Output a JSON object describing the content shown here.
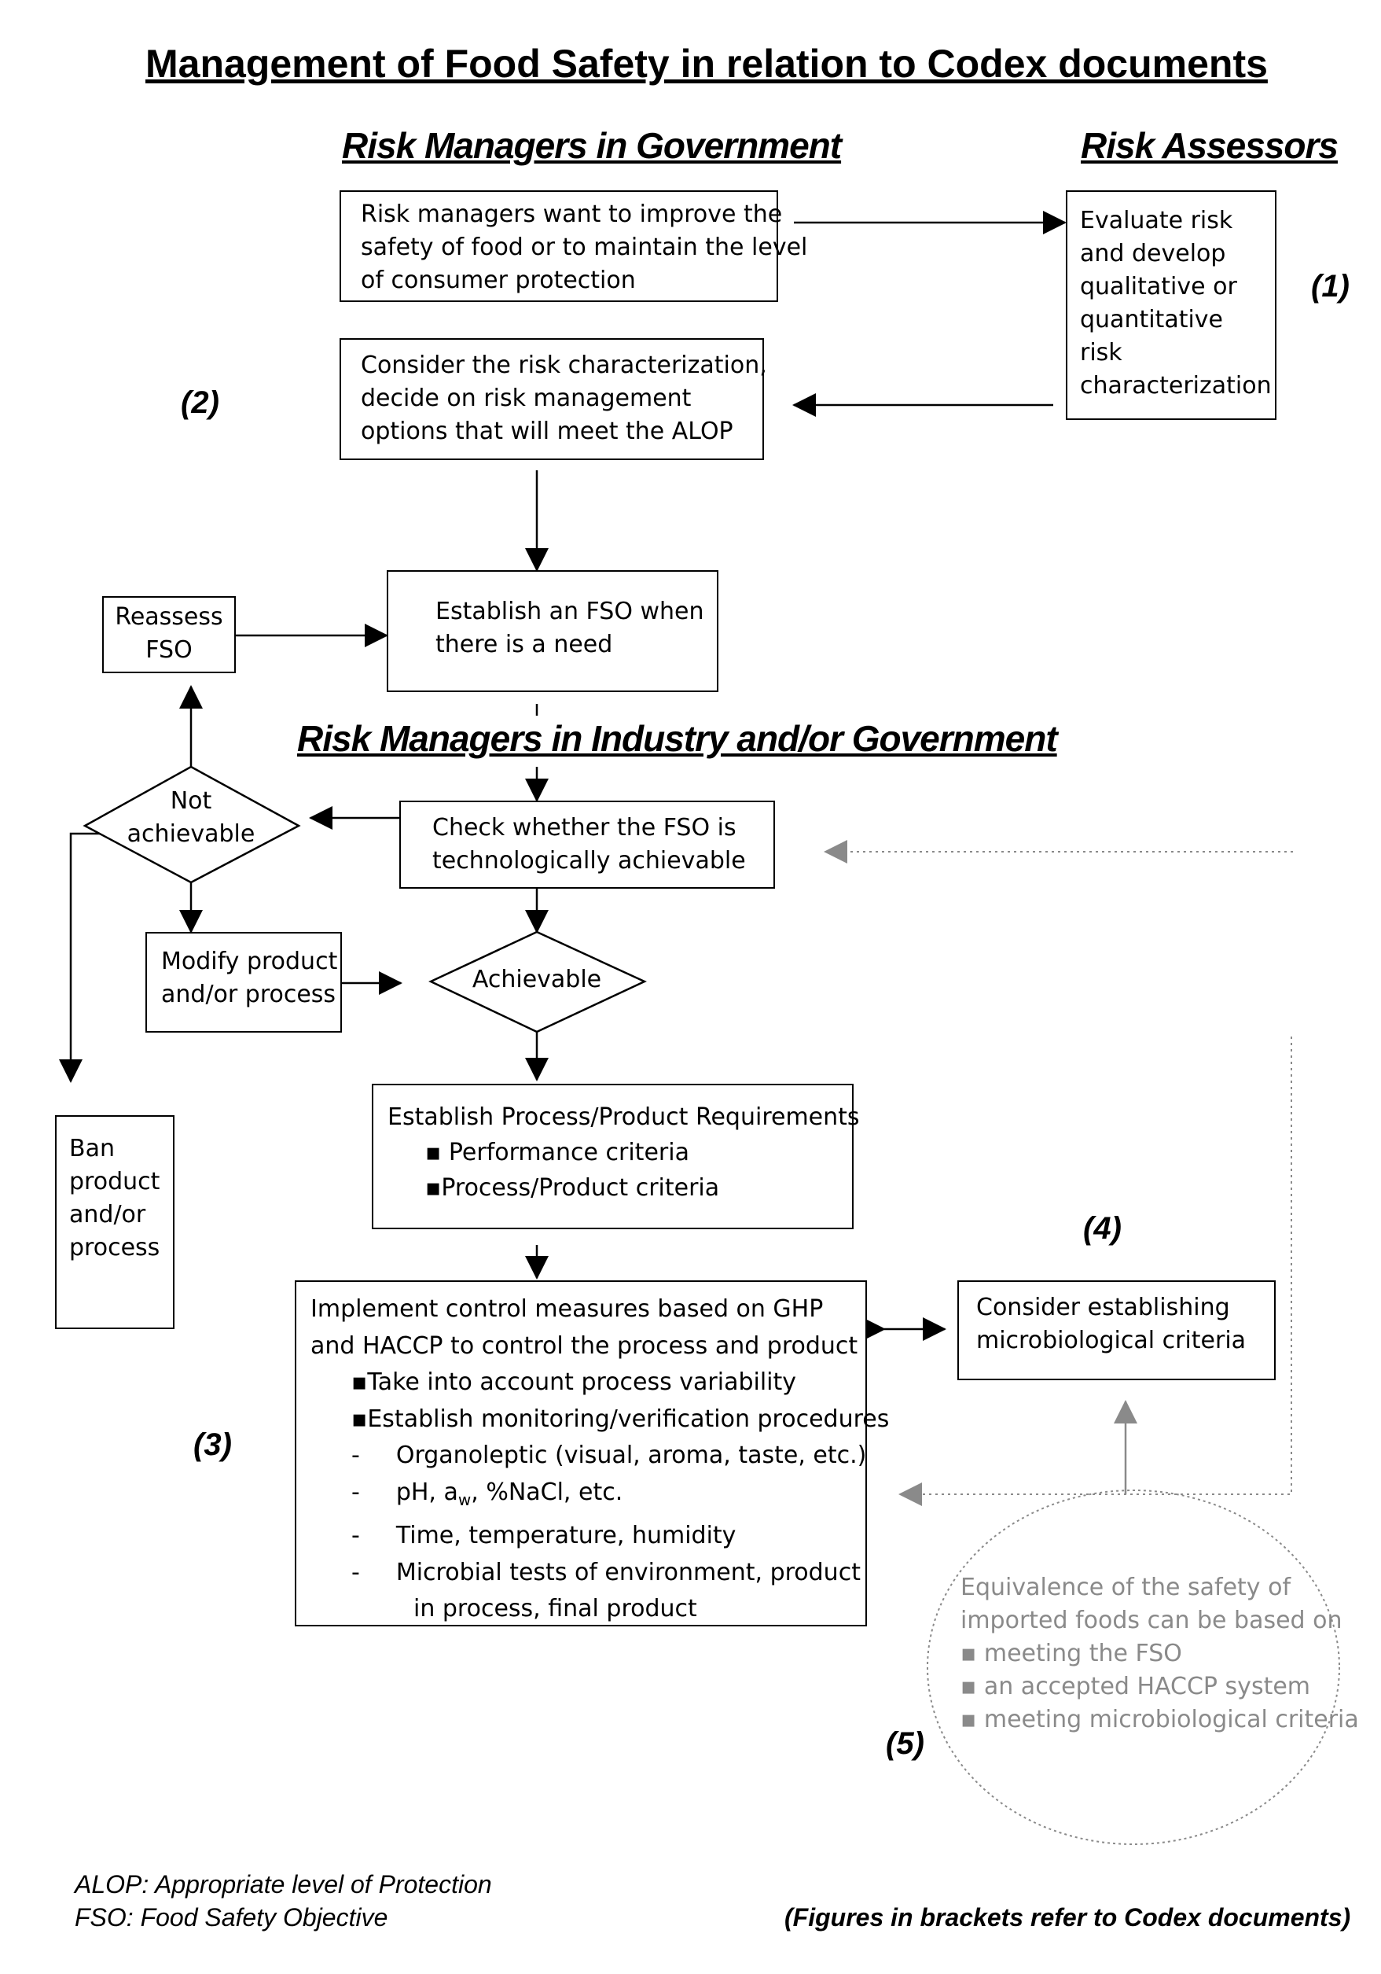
{
  "title": "Management  of  Food Safety  in relation  to  Codex  documents",
  "headers": {
    "government": "Risk Managers in Government",
    "assessors": "Risk Assessors",
    "industry": "Risk Managers in Industry and/or Government"
  },
  "boxes": {
    "improve": [
      "Risk managers want to  improve the",
      "safety of food or to maintain the level",
      "of consumer protection"
    ],
    "evaluate": [
      "Evaluate risk",
      "and develop",
      "qualitative or",
      "quantitative",
      "risk",
      "characterization"
    ],
    "consider": [
      "Consider the risk characterization,",
      "decide on risk management",
      "options that will meet the ALOP"
    ],
    "establish_fso": [
      "Establish an FSO when",
      "there is a need"
    ],
    "reassess": [
      "Reassess",
      "FSO"
    ],
    "check": [
      "Check whether the FSO is",
      "technologically  achievable"
    ],
    "modify": [
      "Modify product",
      "and/or process"
    ],
    "requirements": {
      "heading": "Establish Process/Product Requirements",
      "items": [
        "Performance criteria",
        "Process/Product criteria"
      ]
    },
    "ban": [
      "Ban",
      "product",
      "and/or",
      "process"
    ],
    "implement": {
      "heading": [
        "Implement control measures based on GHP",
        "and HACCP to control the process and product"
      ],
      "bullets": [
        "Take into account process variability",
        "Establish monitoring/verification procedures"
      ],
      "dashes": [
        "Organoleptic (visual, aroma, taste, etc.)",
        "pH, a",
        "w",
        ", %NaCl, etc.",
        "Time, temperature, humidity",
        "Microbial tests of environment, product",
        "in process, final product"
      ]
    },
    "micro": [
      "Consider establishing",
      "microbiological criteria"
    ],
    "equivalence": [
      "Equivalence of the safety of",
      "imported foods can be based on",
      "meeting the FSO",
      "an accepted HACCP system",
      "meeting microbiological criteria"
    ]
  },
  "diamonds": {
    "not_achievable": [
      "Not",
      "achievable"
    ],
    "achievable": "Achievable"
  },
  "labels": [
    "(1)",
    "(2)",
    "(3)",
    "(4)",
    "(5)"
  ],
  "footnotes": {
    "alop": "ALOP: Appropriate level of Protection",
    "fso": "FSO: Food Safety Objective",
    "brackets": "(Figures in brackets refer to Codex documents)"
  },
  "colors": {
    "line": "#000000",
    "grey_line": "#8a8a8a",
    "grey_text": "#8a8a8a"
  }
}
